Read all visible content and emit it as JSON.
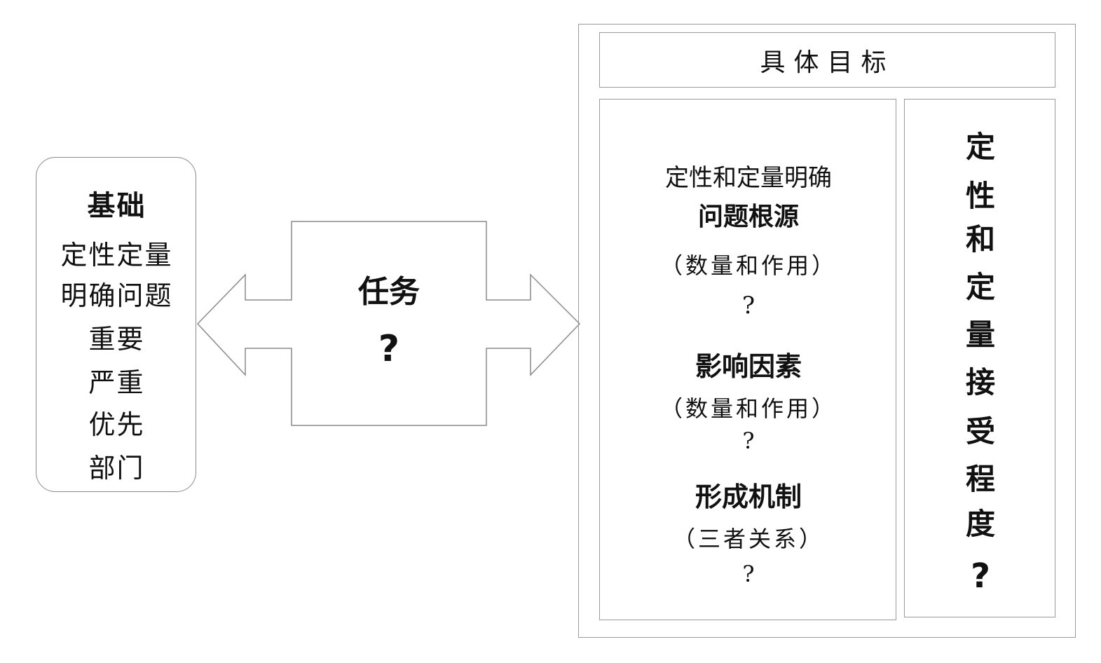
{
  "basis": {
    "title": "基础",
    "lines": [
      "定性定量",
      "明确问题",
      "重要",
      "严重",
      "优先",
      "部门"
    ]
  },
  "task": {
    "title": "任务",
    "mark": "?"
  },
  "goal": {
    "header": "具体目标",
    "items": [
      "定性和定量明确",
      "问题根源",
      "（数量和作用）",
      "?",
      "影响因素",
      "（数量和作用）",
      "?",
      "形成机制",
      "（三者关系）",
      "?"
    ],
    "side_chars": [
      "定",
      "性",
      "和",
      "定",
      "量",
      "接",
      "受",
      "程",
      "度",
      "?"
    ]
  }
}
